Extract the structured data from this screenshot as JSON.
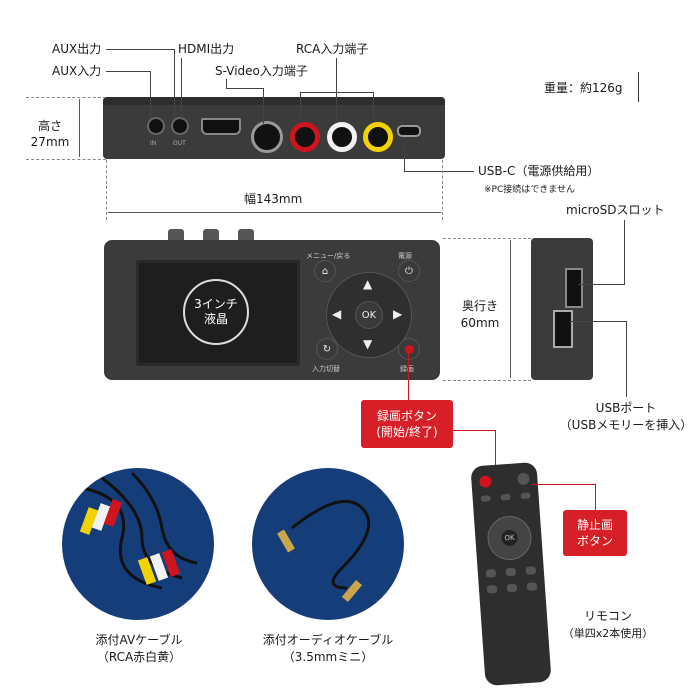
{
  "labels": {
    "aux_out": "AUX出力",
    "aux_in": "AUX入力",
    "hdmi_out": "HDMI出力",
    "svideo_in": "S-Video入力端子",
    "rca_in": "RCA入力端子",
    "weight": "重量：約126g",
    "height": "高さ\n27mm",
    "height_line1": "高さ",
    "height_line2": "27mm",
    "usbc": "USB-C（電源供給用）",
    "usbc_note": "※PC接続はできません",
    "width": "幅143mm",
    "microsd": "microSDスロット",
    "depth_line1": "奥行き",
    "depth_line2": "60mm",
    "usb_port_line1": "USBポート",
    "usb_port_line2": "（USBメモリーを挿入）",
    "record_btn_line1": "録画ボタン",
    "record_btn_line2": "(開始/終了)",
    "still_btn_line1": "静止画",
    "still_btn_line2": "ボタン",
    "remote_line1": "リモコン",
    "remote_line2": "（単四x2本使用）",
    "av_cable_line1": "添付AVケーブル",
    "av_cable_line2": "（RCA赤白黄）",
    "audio_cable_line1": "添付オーディオケーブル",
    "audio_cable_line2": "（3.5mmミニ）"
  },
  "device": {
    "screen_line1": "3インチ",
    "screen_line2": "液晶",
    "menu_label": "メニュー/戻る",
    "power_label": "電源",
    "input_label": "入力切替",
    "rec_label": "録画",
    "ok_label": "OK",
    "port_labels": [
      "AUX",
      "IN",
      "OUT",
      "HDMI",
      "S-Video",
      "USB-C"
    ]
  },
  "colors": {
    "device": "#3b3b3b",
    "device_dark": "#2b2b2b",
    "accent_red": "#d61f26",
    "cable_bg": "#153d7a",
    "rca_red": "#d0141d",
    "rca_white": "#f2f2f2",
    "rca_yellow": "#f2d200"
  }
}
